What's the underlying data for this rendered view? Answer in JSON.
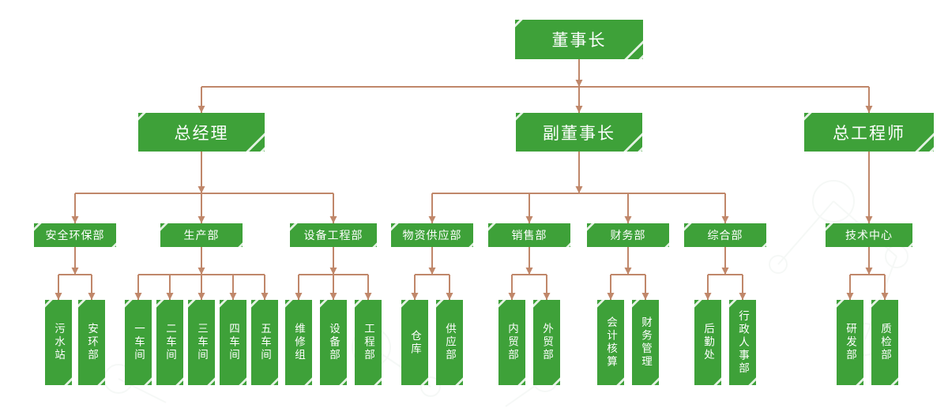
{
  "colors": {
    "node_green": "#3ea139",
    "node_text": "#ffffff",
    "connector": "#c0876a",
    "background": "#ffffff",
    "corner_stripe": "rgba(255,255,255,0.85)"
  },
  "org": {
    "root": {
      "label": "董事长",
      "children": [
        {
          "label": "总经理",
          "children": [
            {
              "label": "安全环保部",
              "children": [
                {
                  "label": "污水站"
                },
                {
                  "label": "安环部"
                }
              ]
            },
            {
              "label": "生产部",
              "children": [
                {
                  "label": "一车间"
                },
                {
                  "label": "二车间"
                },
                {
                  "label": "三车间"
                },
                {
                  "label": "四车间"
                },
                {
                  "label": "五车间"
                }
              ]
            },
            {
              "label": "设备工程部",
              "children": [
                {
                  "label": "维修组"
                },
                {
                  "label": "设备部"
                },
                {
                  "label": "工程部"
                }
              ]
            }
          ]
        },
        {
          "label": "副董事长",
          "children": [
            {
              "label": "物资供应部",
              "children": [
                {
                  "label": "仓库"
                },
                {
                  "label": "供应部"
                }
              ]
            },
            {
              "label": "销售部",
              "children": [
                {
                  "label": "内贸部"
                },
                {
                  "label": "外贸部"
                }
              ]
            },
            {
              "label": "财务部",
              "children": [
                {
                  "label": "会计核算"
                },
                {
                  "label": "财务管理"
                }
              ]
            },
            {
              "label": "综合部",
              "children": [
                {
                  "label": "后勤处"
                },
                {
                  "label": "行政人事部"
                }
              ]
            }
          ]
        },
        {
          "label": "总工程师",
          "children": [
            {
              "label": "技术中心",
              "children": [
                {
                  "label": "研发部"
                },
                {
                  "label": "质检部"
                }
              ]
            }
          ]
        }
      ]
    }
  }
}
